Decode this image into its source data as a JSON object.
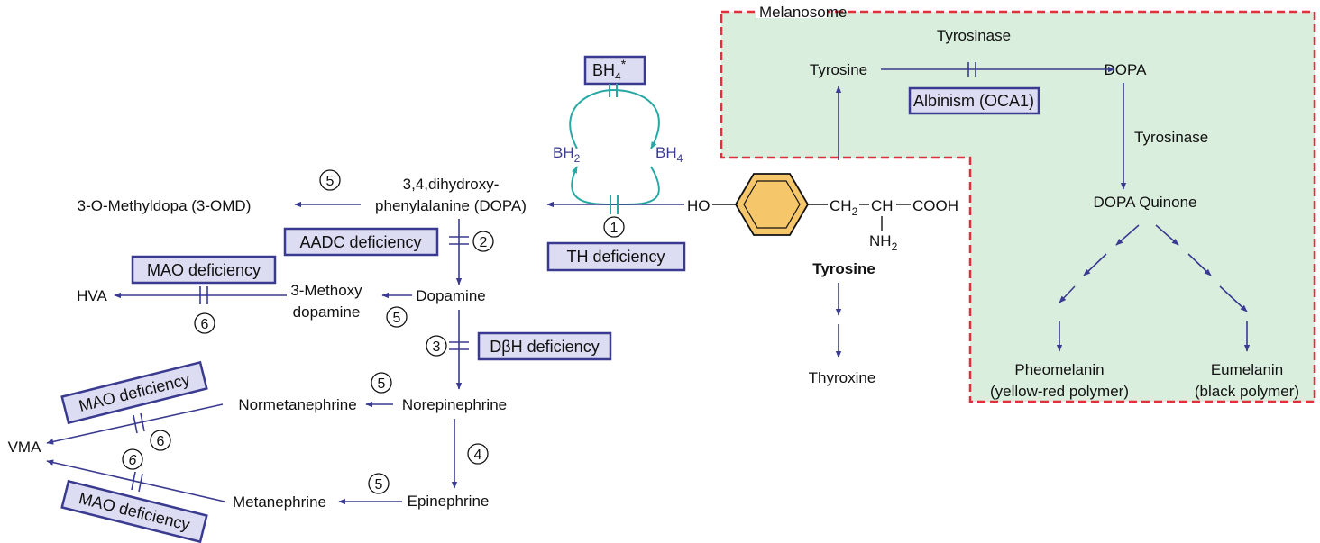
{
  "colors": {
    "accent": "#3a3a90",
    "box_fill": "#dcdcf2",
    "melanosome_fill": "#daeedd",
    "melanosome_border": "#e0303c",
    "cofactor_cycle": "#26a8a4",
    "ring_fill": "#f6c66a"
  },
  "melanosome": {
    "label": "Melanosome",
    "tyrosinase_top": "Tyrosinase",
    "tyrosine": "Tyrosine",
    "dopa": "DOPA",
    "albinism_box": "Albinism (OCA1)",
    "tyrosinase_side": "Tyrosinase",
    "dopa_quinone": "DOPA Quinone",
    "pheomelanin": "Pheomelanin",
    "pheomelanin_sub": "(yellow-red polymer)",
    "eumelanin": "Eumelanin",
    "eumelanin_sub": "(black polymer)"
  },
  "cofactor": {
    "bh4_star_main": "BH",
    "bh4_star_sub": "4",
    "bh4_star_sup": "*",
    "bh2_main": "BH",
    "bh2_sub": "2",
    "bh4_main": "BH",
    "bh4_sub": "4"
  },
  "tyrosine_structure": {
    "ho": "HO",
    "ch2_main": "CH",
    "ch2_sub": "2",
    "ch": "CH",
    "cooh": "COOH",
    "nh2_main": "NH",
    "nh2_sub": "2",
    "name": "Tyrosine",
    "thyroxine": "Thyroxine"
  },
  "pathway": {
    "dopa_line1": "3,4,dihydroxy-",
    "dopa_line2": "phenylalanine (DOPA)",
    "three_omd": "3-O-Methyldopa (3-OMD)",
    "dopamine": "Dopamine",
    "methoxy_line1": "3-Methoxy",
    "methoxy_line2": "dopamine",
    "hva": "HVA",
    "norepinephrine": "Norepinephrine",
    "normetanephrine": "Normetanephrine",
    "epinephrine": "Epinephrine",
    "metanephrine": "Metanephrine",
    "vma": "VMA"
  },
  "deficiencies": {
    "th": "TH deficiency",
    "aadc": "AADC deficiency",
    "mao_hva": "MAO deficiency",
    "dbh": "DβH deficiency",
    "mao_normet": "MAO deficiency",
    "mao_met": "MAO deficiency"
  },
  "step_numbers": {
    "th": "1",
    "aadc": "2",
    "dbh": "3",
    "pnmt": "4",
    "comt_3omd": "5",
    "comt_methoxy": "5",
    "comt_normet": "5",
    "comt_met": "5",
    "mao_hva": "6",
    "mao_normet": "6",
    "mao_met": "6"
  }
}
